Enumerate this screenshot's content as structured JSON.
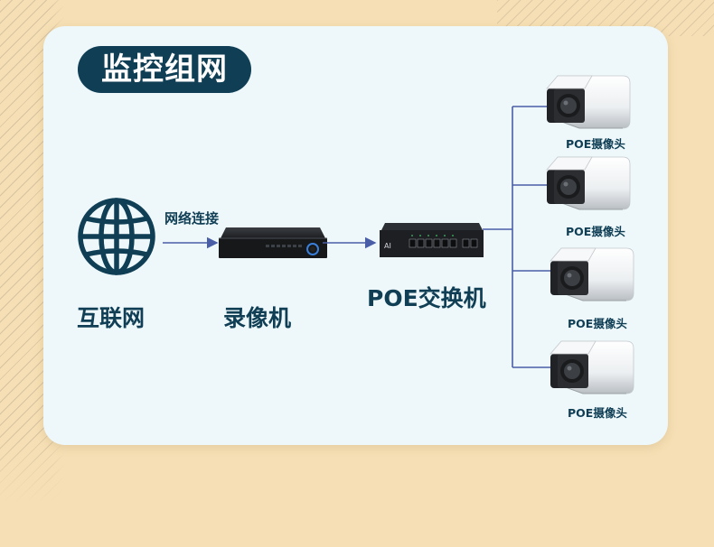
{
  "title": "监控组网",
  "nodes": {
    "internet": "互联网",
    "recorder": "录像机",
    "switch": "POE交换机"
  },
  "edge_label": "网络连接",
  "cameras": [
    {
      "label": "POE摄像头"
    },
    {
      "label": "POE摄像头"
    },
    {
      "label": "POE摄像头"
    },
    {
      "label": "POE摄像头"
    }
  ],
  "colors": {
    "navy": "#0f3e55",
    "line": "#4a5ea8",
    "card": "#eef8fb",
    "background": "#f6dfb4"
  }
}
